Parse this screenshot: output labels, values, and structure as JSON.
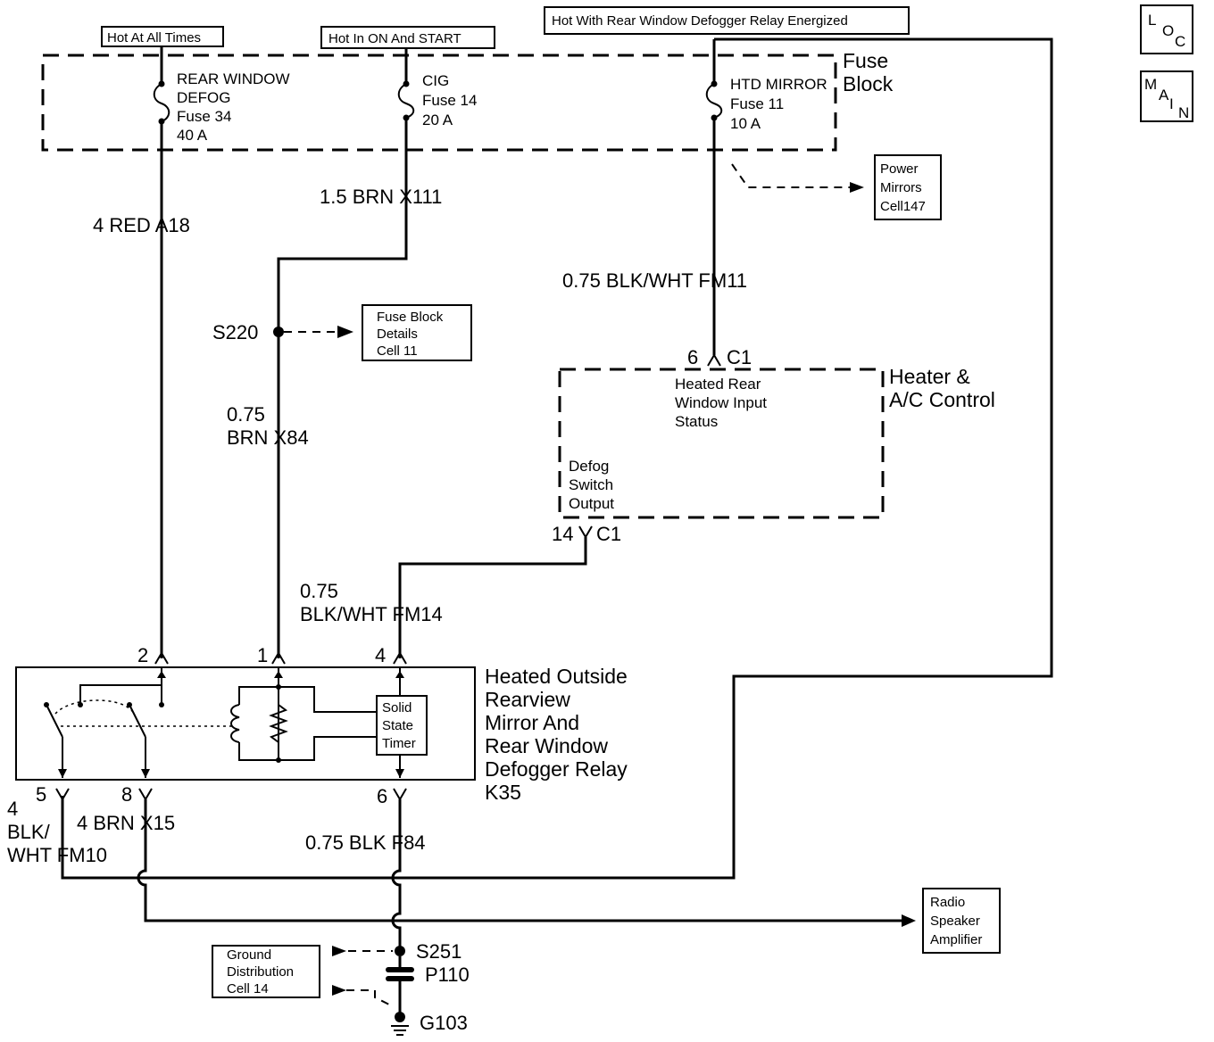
{
  "power_labels": {
    "hot_always": "Hot At All Times",
    "hot_on_start": "Hot In ON And START",
    "hot_defogger": "Hot With Rear Window Defogger Relay Energized"
  },
  "nav": {
    "loc": [
      "L",
      "O",
      "C"
    ],
    "main": [
      "M",
      "A",
      "I",
      "N"
    ]
  },
  "fuse_block": {
    "title": [
      "Fuse",
      "Block"
    ],
    "fuse_defog": [
      "REAR WINDOW",
      "DEFOG",
      "Fuse 34",
      "40 A"
    ],
    "fuse_cig": [
      "CIG",
      "Fuse 14",
      "20 A"
    ],
    "fuse_mirror": [
      "HTD MIRROR",
      "Fuse 11",
      "10 A"
    ]
  },
  "refs": {
    "power_mirrors": [
      "Power",
      "Mirrors",
      "Cell147"
    ],
    "fuse_block_details": [
      "Fuse Block",
      "Details",
      "Cell 11"
    ],
    "radio_amp": [
      "Radio",
      "Speaker",
      "Amplifier"
    ],
    "ground_dist": [
      "Ground",
      "Distribution",
      "Cell 14"
    ]
  },
  "wires": {
    "a18": "4 RED  A18",
    "x111": "1.5 BRN  X111",
    "fm11": "0.75 BLK/WHT  FM11",
    "x84": [
      "0.75",
      "BRN  X84"
    ],
    "fm14": [
      "0.75",
      "BLK/WHT  FM14"
    ],
    "fm10": [
      "4",
      "BLK/",
      "WHT  FM10"
    ],
    "x15": "4 BRN  X15",
    "f84": "0.75 BLK  F84"
  },
  "splices": {
    "s220": "S220",
    "s251": "S251",
    "p110": "P110",
    "g103": "G103"
  },
  "hvac": {
    "title": [
      "Heater &",
      "A/C Control"
    ],
    "pin_in": "6",
    "pin_out": "14",
    "conn": "C1",
    "input_label": [
      "Heated Rear",
      "Window Input",
      "Status"
    ],
    "output_label": [
      "Defog",
      "Switch",
      "Output"
    ]
  },
  "relay": {
    "title": [
      "Heated Outside",
      "Rearview",
      "Mirror And",
      "Rear Window",
      "Defogger Relay",
      "K35"
    ],
    "timer": [
      "Solid",
      "State",
      "Timer"
    ],
    "pins": {
      "p2": "2",
      "p1": "1",
      "p4": "4",
      "p5": "5",
      "p8": "8",
      "p6": "6"
    }
  }
}
